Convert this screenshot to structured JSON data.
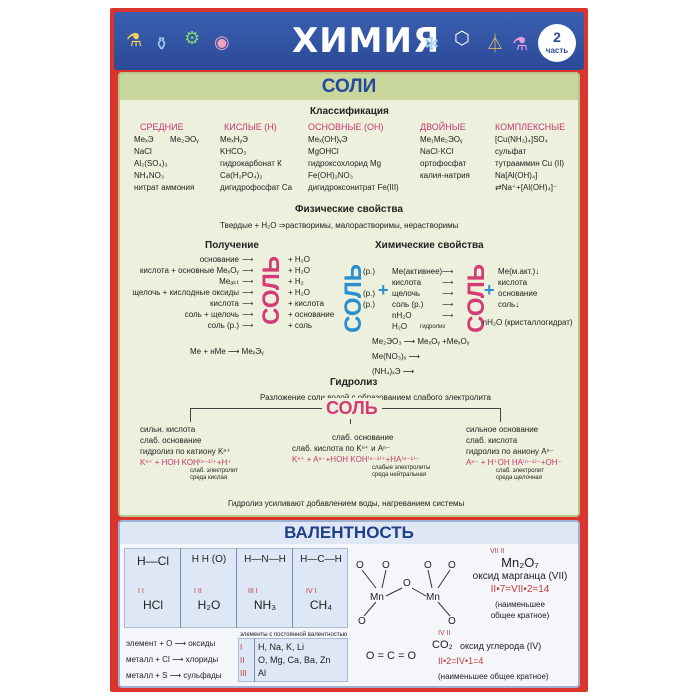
{
  "header": {
    "title": "ХИМИЯ",
    "part_number": "2",
    "part_label": "часть"
  },
  "salts": {
    "title": "СОЛИ",
    "classification_title": "Классификация",
    "classes": [
      {
        "name": "СРЕДНИЕ",
        "lines": [
          "MeₓЭ",
          "Me₂ЭOᵧ",
          "NaCl",
          "Al₂(SO₄)₃",
          "NH₄NO₃",
          "нитрат аммония"
        ]
      },
      {
        "name": "КИСЛЫЕ (Н)",
        "lines": [
          "MeₓHᵧЭ",
          "KHCO₃",
          "гидрокарбонат К",
          "Ca(H₂PO₄)₂",
          "дигидрофосфат Ca"
        ]
      },
      {
        "name": "ОСНОВНЫЕ (ОН)",
        "lines": [
          "Meₓ(OH)ᵧЭ",
          "MgOHCl",
          "гидроксохлорид Mg",
          "Fe(OH)₂NO₃",
          "дигидроксонитрат Fe(III)"
        ]
      },
      {
        "name": "ДВОЙНЫЕ",
        "lines": [
          "Me₁Me₂ЭOᵧ",
          "NaCl·KCl",
          "ортофосфат",
          "калия-натрия"
        ]
      },
      {
        "name": "КОМПЛЕКСНЫЕ",
        "lines": [
          "[Cu(NH₃)₄]SO₄",
          "сульфат",
          "тутрааммин Cu (II)",
          "Na[Al(OH)₄]",
          "⇄Na⁺+[Al(OH)₄]⁻"
        ]
      }
    ],
    "physical_title": "Физические свойства",
    "physical_text": "Твердые + H₂O ⇒растворимы, малорастворимы, нерастворимы",
    "preparation_title": "Получение",
    "preparation_left": [
      "основание",
      "кислота + основные MeₓOᵧ",
      "Meₐₖₜ",
      "щелочь + кислодные оксиды",
      "кислота",
      "соль +   щелочь",
      "соль (р.)"
    ],
    "preparation_right": [
      "+ H₂O",
      "+ H₂O",
      "+ H₂",
      "+ H₂O",
      "+ кислота",
      "+ основание",
      "+ соль"
    ],
    "preparation_extra": "Me + нMe ⟶ MeₓЭᵧ",
    "salt_word": "СОЛЬ",
    "chem_props_title": "Химические свойства",
    "chem_props_left": [
      "(р.)",
      "(р.)",
      "(р.)"
    ],
    "chem_props_mid": [
      "Me(активнее)",
      "кислота",
      "щелочь",
      "соль (р.)",
      "nH₂O",
      "H₂O"
    ],
    "chem_props_right": [
      "Me(м.акт.)↓",
      "кислота",
      "основание",
      "соль↓",
      "·nH₂O (кристаллогидрат)"
    ],
    "hydrolysis_label_arrow": "гидролиз",
    "decomp_lines": [
      "Me₂ЭO₃ ⟶ MeₓOᵧ +MeₓOᵧ",
      "Me(NO₃)ₓ ⟶",
      "(NH₄)ₓЭ ⟶"
    ],
    "hydrolysis_title": "Гидролиз",
    "hydrolysis_def": "Разложение соли водой с образованием слабого электролита",
    "hydrolysis_cases": [
      {
        "l1": "сильн. кислота",
        "l2": "слаб. основание",
        "l3": "гидролиз по катиону Kⁿ⁺",
        "eq": "Kⁿ⁺ + HOH   KOH⁽ⁿ⁻¹⁾⁺+H⁺",
        "note1": "слаб. электролит",
        "note2": "среда кислая"
      },
      {
        "l1": "слаб. основание",
        "l2": "слаб. кислота по Kⁿ⁺ и Aⁿ⁻",
        "l3": "",
        "eq": "Kⁿ⁺ + Aⁿ⁻+HOH   KOH⁽ⁿ⁻¹⁾⁺+HA⁽ⁿ⁻¹⁾⁻",
        "note1": "слабые электролиты",
        "note2": "среда нейтральная"
      },
      {
        "l1": "сильное основание",
        "l2": "слаб. кислота",
        "l3": "гидролиз по аниону Aⁿ⁻",
        "eq": "Aⁿ⁻ + H⁺OH   HA⁽ⁿ⁻¹⁾⁻+OH⁻",
        "note1": "слаб. электролит",
        "note2": "среда щелочная"
      }
    ],
    "hydrolysis_footer": "Гидролиз усиливают добавлением воды, нагреванием системы"
  },
  "valency": {
    "title": "ВАЛЕНТНОСТЬ",
    "molecules": [
      {
        "struct": "H—Cl",
        "formula": "HCl",
        "roman": "I  I"
      },
      {
        "struct": "H  H (O)",
        "formula": "H₂O",
        "roman": "I  II"
      },
      {
        "struct": "H—N—H",
        "formula": "NH₃",
        "roman": "III  I"
      },
      {
        "struct": "H—C—H",
        "formula": "CH₄",
        "roman": "IV  I"
      }
    ],
    "mn_label_mn": "Mn",
    "mn_label_o": "O",
    "mn2o7_formula": "Mn₂O₇",
    "mn2o7_name": "оксид марганца (VII)",
    "mn2o7_calc": "II•7=VII•2=14",
    "mn2o7_note1": "(наименьшее",
    "mn2o7_note2": "общее кратное)",
    "mn2o7_roman": "VII  II",
    "rules": [
      "элемент + O ⟶ оксиды",
      "металл + Cl ⟶ хлориды",
      "металл + S ⟶ сульфады"
    ],
    "const_title": "элементы с постоянной валентностью",
    "const_rows": [
      {
        "val": "I",
        "els": "H, Na, K, Li"
      },
      {
        "val": "II",
        "els": "O, Mg, Ca, Ba, Zn"
      },
      {
        "val": "III",
        "els": "Al"
      }
    ],
    "co2_struct": "O = C = O",
    "co2_formula": "CO₂",
    "co2_name": "оксид углерода (IV)",
    "co2_calc": "II•2=IV•1=4",
    "co2_note": "(наименьшее общее кратное)",
    "co2_roman": "IV  II"
  },
  "colors": {
    "frame": "#d9352c",
    "header": "#2b4a97",
    "salt_pink": "#d33c74",
    "salt_blue": "#2c8fd0"
  }
}
